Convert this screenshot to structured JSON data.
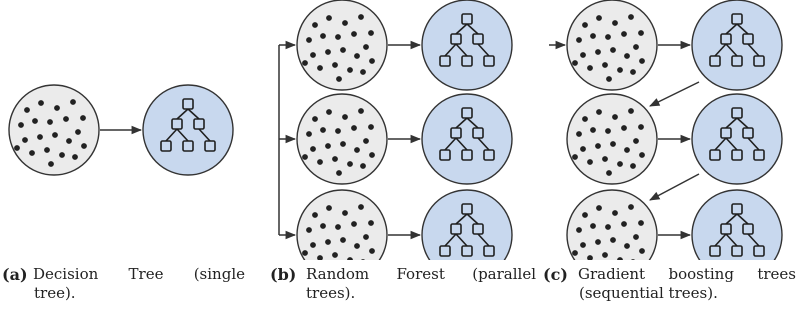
{
  "colors": {
    "data_circle_fill": "#ebebeb",
    "tree_circle_fill": "#c8d8ee",
    "stroke": "#333333",
    "dot": "#222222"
  },
  "icons": {
    "data_node": "scatter-dots-icon",
    "tree_node": "tree-structure-icon"
  },
  "panels": [
    {
      "id": "a",
      "tag": "(a)",
      "caption_line1": "Decision Tree (single",
      "caption_line2": "tree)."
    },
    {
      "id": "b",
      "tag": "(b)",
      "caption_line1": "Random Forest (parallel",
      "caption_line2": "trees)."
    },
    {
      "id": "c",
      "tag": "(c)",
      "caption_line1": "Gradient boosting trees",
      "caption_line2": "(sequential trees)."
    }
  ]
}
